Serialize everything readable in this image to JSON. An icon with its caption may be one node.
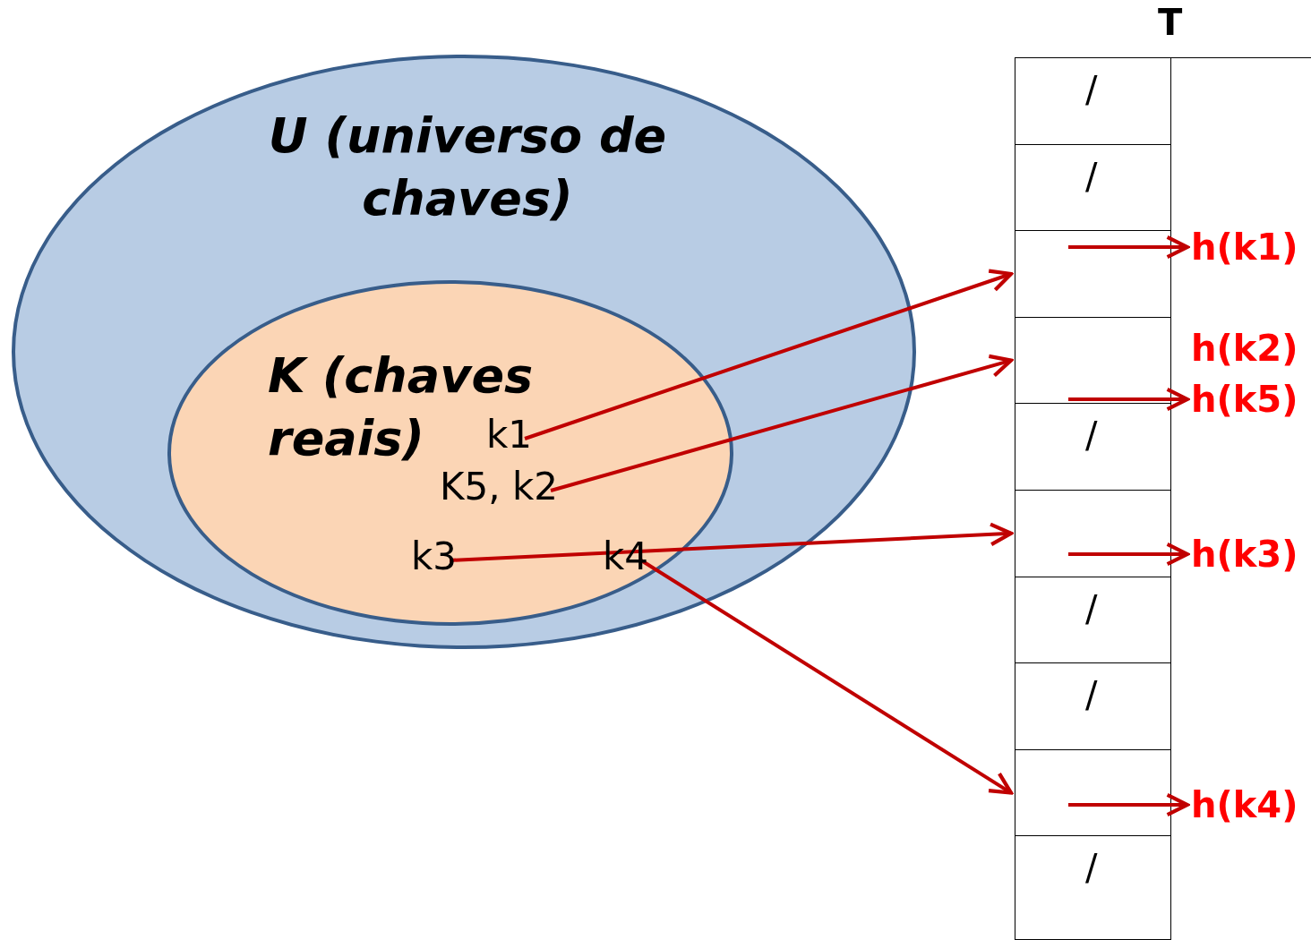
{
  "diagram": {
    "nodes": [
      {
        "text": [
          "U (universo de chaves)"
        ]
      },
      {
        "text": [
          "K (chaves reais)"
        ],
        "in": 0
      },
      {
        "text": [
          "k1"
        ],
        "in": 1
      },
      {
        "text": [
          "K5, k2"
        ],
        "in": 1
      },
      {
        "text": [
          "k3"
        ],
        "in": 1
      },
      {
        "text": [
          "k4"
        ],
        "in": 1
      },
      {
        "text": [
          "T"
        ]
      },
      {
        "text": [
          "/"
        ],
        "in": 6
      },
      {
        "text": [
          "/"
        ],
        "in": 6
      },
      {
        "text": [],
        "shape": "box",
        "in": 6
      },
      {
        "text": [],
        "shape": "box",
        "in": 6
      },
      {
        "text": [
          "/"
        ],
        "in": 6
      },
      {
        "text": [],
        "shape": "box",
        "in": 6
      },
      {
        "text": [
          "/"
        ],
        "in": 6
      },
      {
        "text": [
          "/"
        ],
        "in": 6
      },
      {
        "text": [],
        "shape": "box",
        "in": 6
      },
      {
        "text": [
          "/"
        ],
        "in": 6
      },
      {
        "text": [
          "h(k1)"
        ]
      },
      {
        "text": [
          "h(k2)"
        ]
      },
      {
        "text": [
          "h(k5)"
        ]
      },
      {
        "text": [
          "h(k3)"
        ]
      },
      {
        "text": [
          "h(k4)"
        ]
      }
    ],
    "edges": [
      {
        "from": 2,
        "to": 9,
        "arrow": "to"
      },
      {
        "from": 3,
        "to": 10,
        "arrow": "to"
      },
      {
        "from": 4,
        "to": 12,
        "arrow": "to"
      },
      {
        "from": 5,
        "to": 15,
        "arrow": "to"
      },
      {
        "from": 9,
        "to": 17,
        "arrow": "to"
      },
      {
        "from": 10,
        "to": 19,
        "arrow": "to"
      },
      {
        "from": 12,
        "to": 20,
        "arrow": "to"
      },
      {
        "from": 15,
        "to": 21,
        "arrow": "to"
      }
    ]
  }
}
